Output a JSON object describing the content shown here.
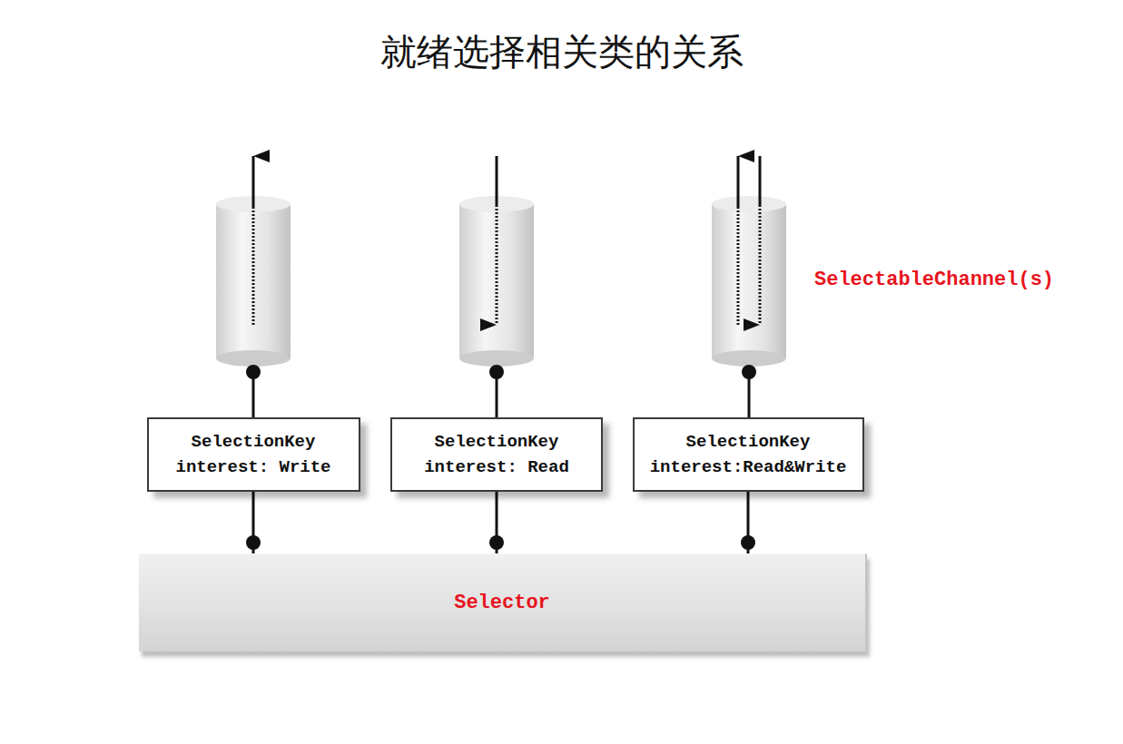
{
  "diagram": {
    "title": "就绪选择相关类的关系",
    "nodes": [
      {
        "text": [
          "SelectionKey",
          "interest: Write"
        ]
      },
      {
        "text": [
          "SelectionKey",
          "interest: Read"
        ]
      },
      {
        "text": [
          "SelectionKey",
          "interest:Read&Write"
        ]
      },
      {
        "text": [
          "Selector"
        ]
      }
    ],
    "edges": [
      {
        "from": 0,
        "to": 3,
        "arrow": "none"
      },
      {
        "from": 1,
        "to": 3,
        "arrow": "none"
      },
      {
        "from": 2,
        "to": 3,
        "arrow": "none"
      }
    ],
    "labels": [
      "SelectableChannel(s)"
    ]
  }
}
